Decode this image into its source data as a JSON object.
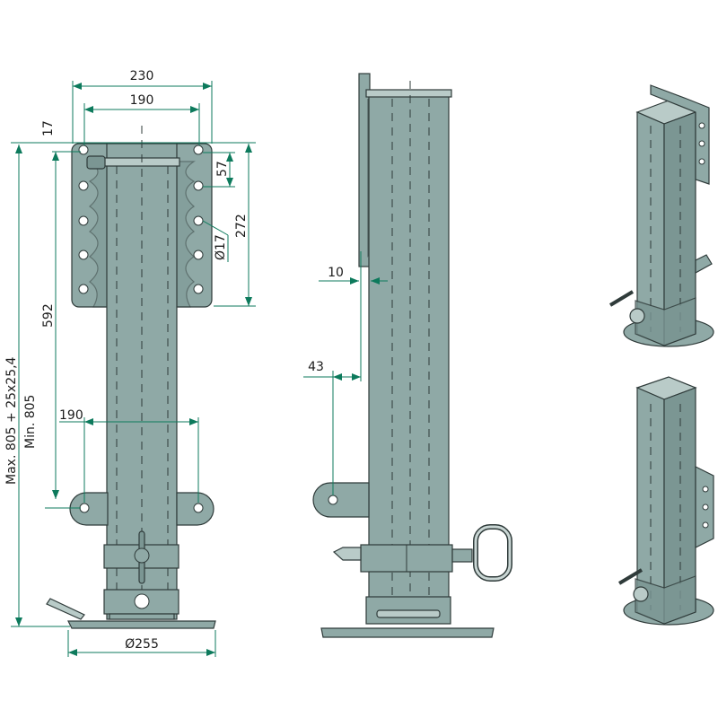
{
  "dimensions": {
    "plate_width": "230",
    "hole_spacing_top": "190",
    "top_offset": "17",
    "hole_pitch": "57",
    "plate_height": "272",
    "hole_diameter": "Ø17",
    "lug_height": "592",
    "lug_spacing": "190",
    "max_height": "Max. 805 + 25x25,4",
    "min_height": "Min. 805",
    "foot_diameter": "Ø255",
    "plate_thickness": "10",
    "lug_offset": "43"
  },
  "colors": {
    "part": "#8fa9a6",
    "dimension": "#0d7a5c"
  }
}
